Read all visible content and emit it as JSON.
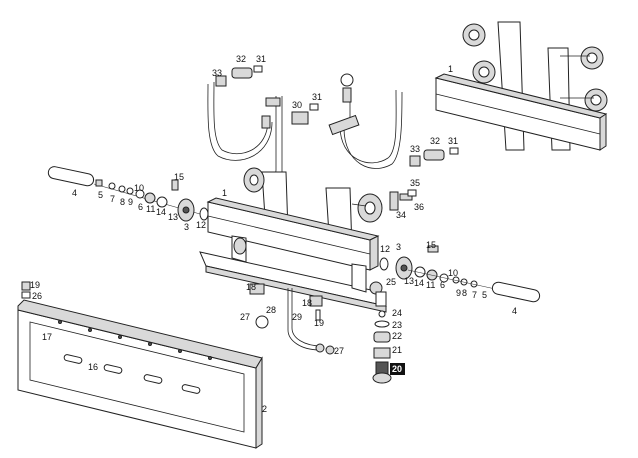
{
  "callouts": {
    "c1a": "1",
    "c1b": "1",
    "c2": "2",
    "c3a": "3",
    "c3b": "3",
    "c4a": "4",
    "c4b": "4",
    "c5a": "5",
    "c5b": "5",
    "c6a": "6",
    "c6b": "6",
    "c7a": "7",
    "c7b": "7",
    "c8a": "8",
    "c8b": "8",
    "c9a": "9",
    "c9b": "9",
    "c10a": "10",
    "c10b": "10",
    "c11a": "11",
    "c11b": "11",
    "c12a": "12",
    "c12b": "12",
    "c13a": "13",
    "c13b": "13",
    "c14a": "14",
    "c14b": "14",
    "c15a": "15",
    "c15b": "15",
    "c16": "16",
    "c17": "17",
    "c18a": "18",
    "c18b": "18",
    "c19a": "19",
    "c19b": "19",
    "c20": "20",
    "c21": "21",
    "c22": "22",
    "c23": "23",
    "c24": "24",
    "c25": "25",
    "c26": "26",
    "c27a": "27",
    "c27b": "27",
    "c28": "28",
    "c29": "29",
    "c30": "30",
    "c31a": "31",
    "c31b": "31",
    "c31c": "31",
    "c32a": "32",
    "c32b": "32",
    "c33a": "33",
    "c33b": "33",
    "c34": "34",
    "c35": "35",
    "c36": "36"
  },
  "highlight": {
    "part": "20"
  }
}
